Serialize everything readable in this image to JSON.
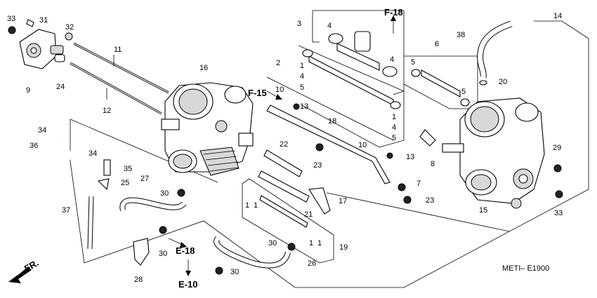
{
  "diagram_code": "METI– E1900",
  "front_label": "FR.",
  "refs": {
    "f18": "F-18",
    "f15": "F-15",
    "e18": "E-18",
    "e10": "E-10"
  },
  "callouts": {
    "c33a": "33",
    "c31": "31",
    "c32": "32",
    "c9": "9",
    "c24": "24",
    "c11": "11",
    "c12": "12",
    "c16": "16",
    "c34a": "34",
    "c36": "36",
    "c34b": "34",
    "c35": "35",
    "c25": "25",
    "c37": "37",
    "c27": "27",
    "c30a": "30",
    "c30b": "30",
    "c28": "28",
    "c30c": "30",
    "c30d": "30",
    "c22": "22",
    "c3": "3",
    "c4a": "4",
    "c4b": "4",
    "c2": "2",
    "c1a": "1",
    "c4c": "4",
    "c5a": "5",
    "c10a": "10",
    "c13a": "13",
    "c18": "18",
    "c1b": "1",
    "c4d": "4",
    "c5b": "5",
    "c23a": "23",
    "c10b": "10",
    "c13b": "13",
    "c7": "7",
    "c23b": "23",
    "c17": "17",
    "c21": "21",
    "c1c": "1",
    "c1d": "1",
    "c1e": "1",
    "c1f": "1",
    "c19": "19",
    "c26": "26",
    "c14": "14",
    "c38": "38",
    "c6": "6",
    "c5c": "5",
    "c5d": "5",
    "c20": "20",
    "c8": "8",
    "c29": "29",
    "c33b": "33",
    "c15": "15"
  }
}
